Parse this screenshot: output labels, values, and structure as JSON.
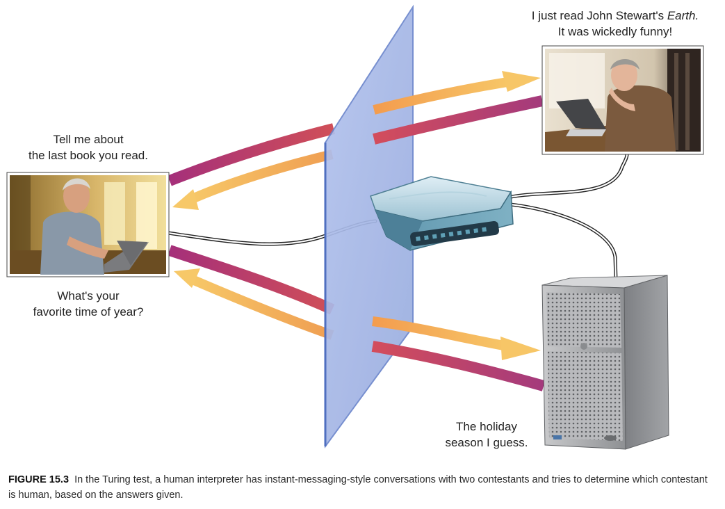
{
  "labels": {
    "interrogator_question_1": [
      "Tell me about",
      "the last book you read."
    ],
    "interrogator_question_2": [
      "What's your",
      "favorite time of year?"
    ],
    "human_answer": {
      "line1": "I just read John Stewart's ",
      "line1_italic": "Earth.",
      "line2": "It was wickedly funny!"
    },
    "computer_answer": [
      "The holiday",
      "season I guess."
    ]
  },
  "caption": {
    "figure": "FIGURE 15.3",
    "text": "In the Turing test, a human interpreter has instant-messaging-style conversations with two contestants and tries to determine which contestant is human, based on the answers given."
  },
  "colors": {
    "panel": "#8fa6e0",
    "arrow_out": "#b63a6a",
    "arrow_in": "#f2b257",
    "router": "#6c9fb8",
    "server": "#a9aaad"
  },
  "icons": {
    "interrogator": "person-at-laptop-photo",
    "human_contestant": "person-at-laptop-photo",
    "router": "network-router-icon",
    "computer_contestant": "server-tower-icon"
  }
}
